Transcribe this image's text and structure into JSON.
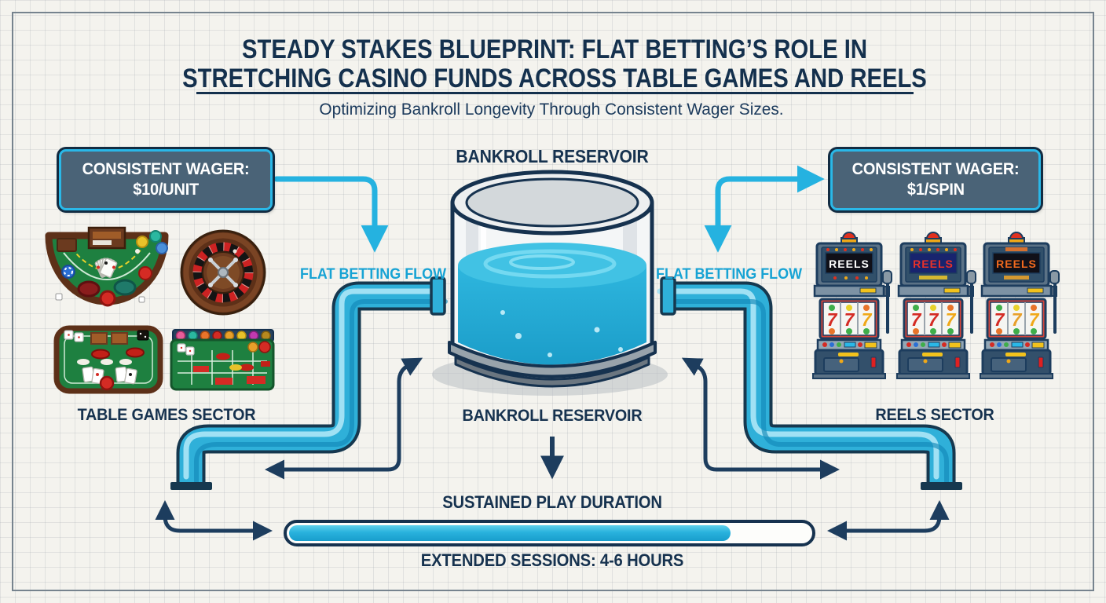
{
  "header": {
    "title_line1": "STEADY STAKES BLUEPRINT: FLAT BETTING’S ROLE IN",
    "title_line2": "STRETCHING CASINO FUNDS ACROSS TABLE GAMES AND REELS",
    "subtitle": "Optimizing Bankroll Longevity Through Consistent Wager Sizes."
  },
  "wager_boxes": {
    "left": {
      "line1": "CONSISTENT WAGER:",
      "line2": "$10/UNIT"
    },
    "right": {
      "line1": "CONSISTENT WAGER:",
      "line2": "$1/SPIN"
    }
  },
  "reservoir": {
    "label_top": "BANKROLL RESERVOIR",
    "label_bottom": "BANKROLL RESERVOIR",
    "fill_level_percent": 62
  },
  "flow": {
    "left_label": "FLAT BETTING FLOW",
    "right_label": "FLAT BETTING FLOW"
  },
  "sectors": {
    "left": {
      "label": "TABLE GAMES SECTOR",
      "icons": [
        "blackjack-table",
        "roulette-wheel",
        "craps-table",
        "betting-layout"
      ]
    },
    "right": {
      "label": "REELS SECTOR",
      "icons": [
        "slot-machine",
        "slot-machine",
        "slot-machine"
      ],
      "machines": [
        {
          "label": "REELS"
        },
        {
          "label": "REELS"
        },
        {
          "label": "REELS"
        }
      ],
      "reel_symbol": "7"
    }
  },
  "duration": {
    "label": "SUSTAINED PLAY DURATION",
    "caption": "EXTENDED SESSIONS: 4-6 HOURS",
    "progress_percent": 84
  },
  "colors": {
    "navy": "#16324f",
    "cyan_text": "#17a3d4",
    "cyan_flow": "#25b2e0",
    "pipe": "#2fb0d9",
    "box_fill": "#4a6377",
    "felt_green": "#1e8040",
    "background": "#f4f3ee"
  }
}
